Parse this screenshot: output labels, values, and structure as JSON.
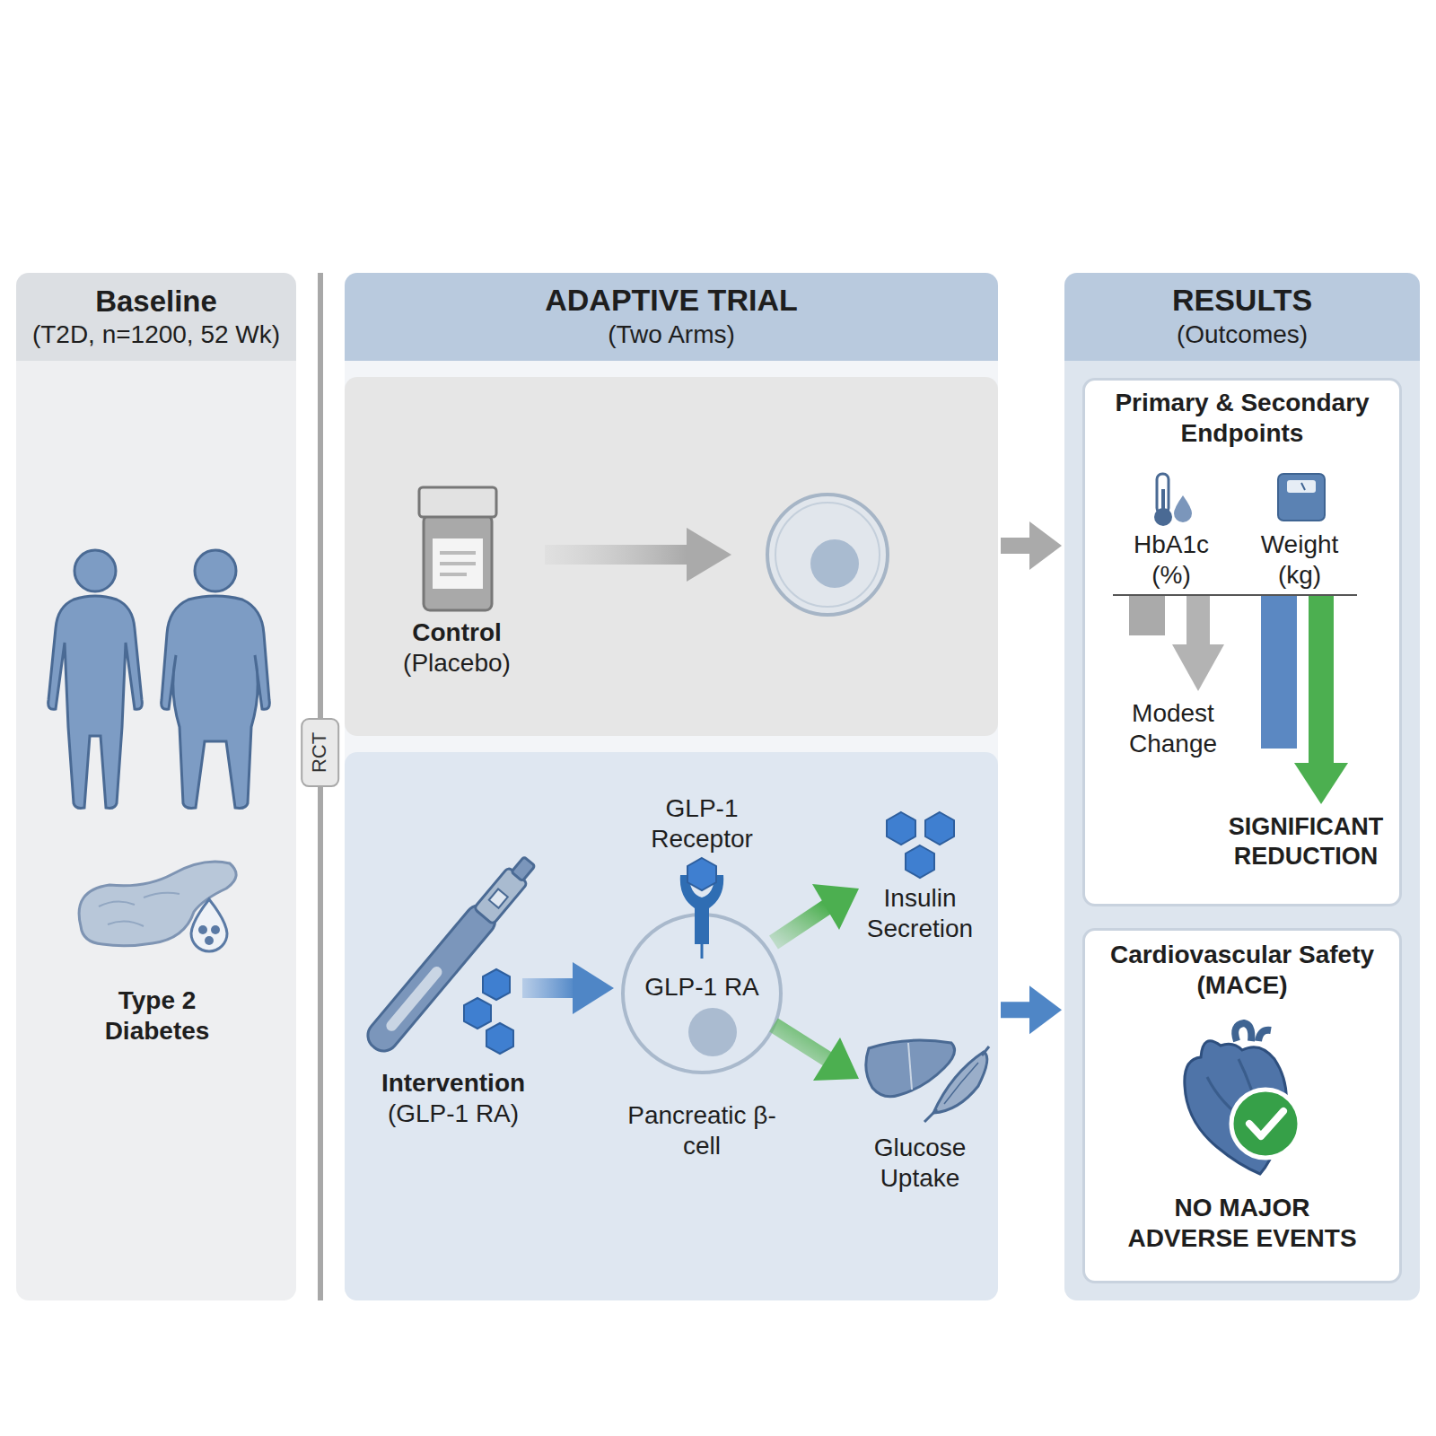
{
  "diagram": {
    "nodes": [
      {
        "text": [
          "Baseline",
          "(T2D, n=1200, 52 Wk)"
        ]
      },
      {
        "text": [
          "ADAPTIVE TRIAL",
          "(Two Arms)"
        ]
      },
      {
        "text": [
          "Control",
          "(Placebo)"
        ],
        "in": 1
      },
      {
        "text": [
          "Intervention",
          "(GLP-1 RA)"
        ],
        "in": 1
      },
      {
        "text": [
          "GLP-1 RA"
        ],
        "in": 3
      },
      {
        "text": [
          "RESULTS",
          "(Outcomes)"
        ]
      },
      {
        "text": [
          "Primary & Secondary Endpoints"
        ],
        "in": 5
      },
      {
        "text": [
          "Cardiovascular Safety (MACE)",
          "NO MAJOR ADVERSE EVENTS"
        ],
        "in": 5
      }
    ],
    "edges": [
      {
        "from": 2,
        "to": 5,
        "arrow": "to"
      },
      {
        "from": 3,
        "to": 5,
        "arrow": "to"
      }
    ],
    "labels": [
      "Type 2 Diabetes",
      "RCT",
      "GLP-1 Receptor",
      "Pancreatic β-cell",
      "Insulin Secretion",
      "Glucose Uptake",
      "HbA1c (%)",
      "Weight (kg)",
      "Modest Change",
      "SIGNIFICANT REDUCTION"
    ]
  }
}
